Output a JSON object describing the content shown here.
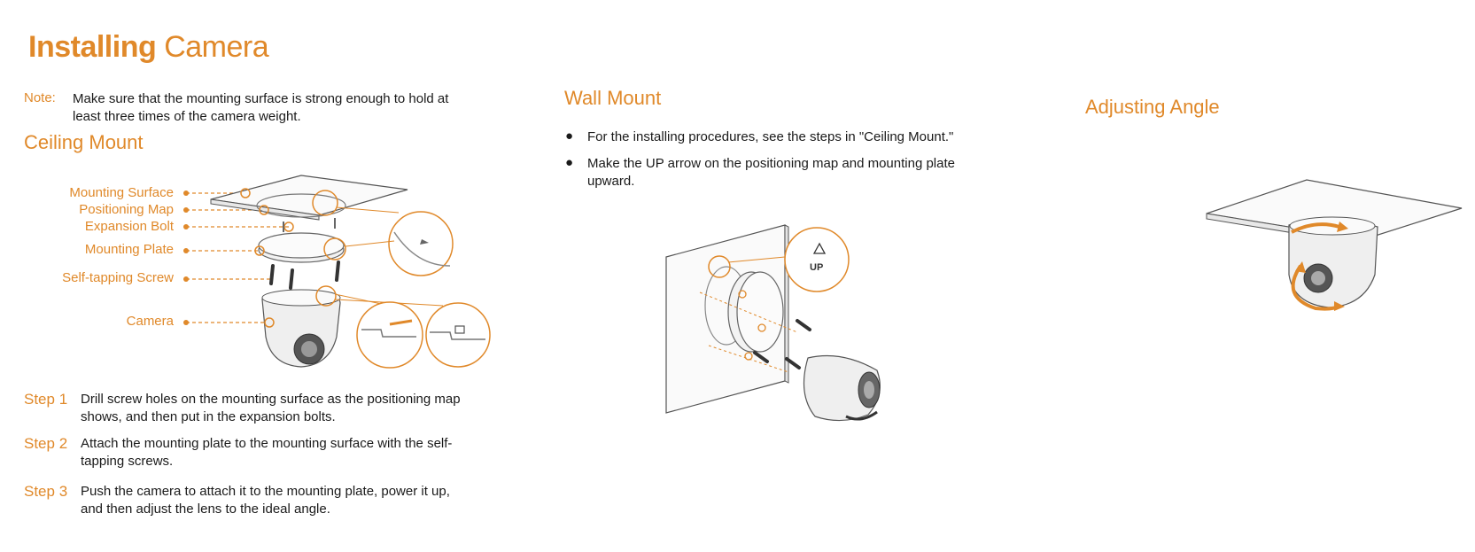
{
  "title": {
    "bold": "Installing",
    "rest": "Camera"
  },
  "note": {
    "label": "Note:",
    "text": "Make sure that the mounting surface is strong enough to hold at least three times of the camera weight."
  },
  "ceiling": {
    "heading": "Ceiling Mount",
    "callouts": [
      "Mounting Surface",
      "Positioning Map",
      "Expansion Bolt",
      "Mounting Plate",
      "Self-tapping Screw",
      "Camera"
    ],
    "steps": [
      {
        "label": "Step 1",
        "text": "Drill screw holes on the mounting surface as the positioning map shows, and then put in the expansion bolts."
      },
      {
        "label": "Step 2",
        "text": "Attach the mounting plate to the mounting surface with the self-tapping screws."
      },
      {
        "label": "Step 3",
        "text": "Push the camera to attach it to the mounting plate, power it up, and then adjust the lens to the ideal angle."
      }
    ]
  },
  "wall": {
    "heading": "Wall Mount",
    "bullets": [
      "For the installing procedures, see the steps in \"Ceiling Mount.\"",
      "Make the UP arrow on the positioning map and mounting plate upward."
    ],
    "up_label": "UP"
  },
  "adjust": {
    "heading": "Adjusting Angle"
  },
  "colors": {
    "accent": "#e0892a",
    "text": "#1a1a1a",
    "line": "#555555"
  }
}
